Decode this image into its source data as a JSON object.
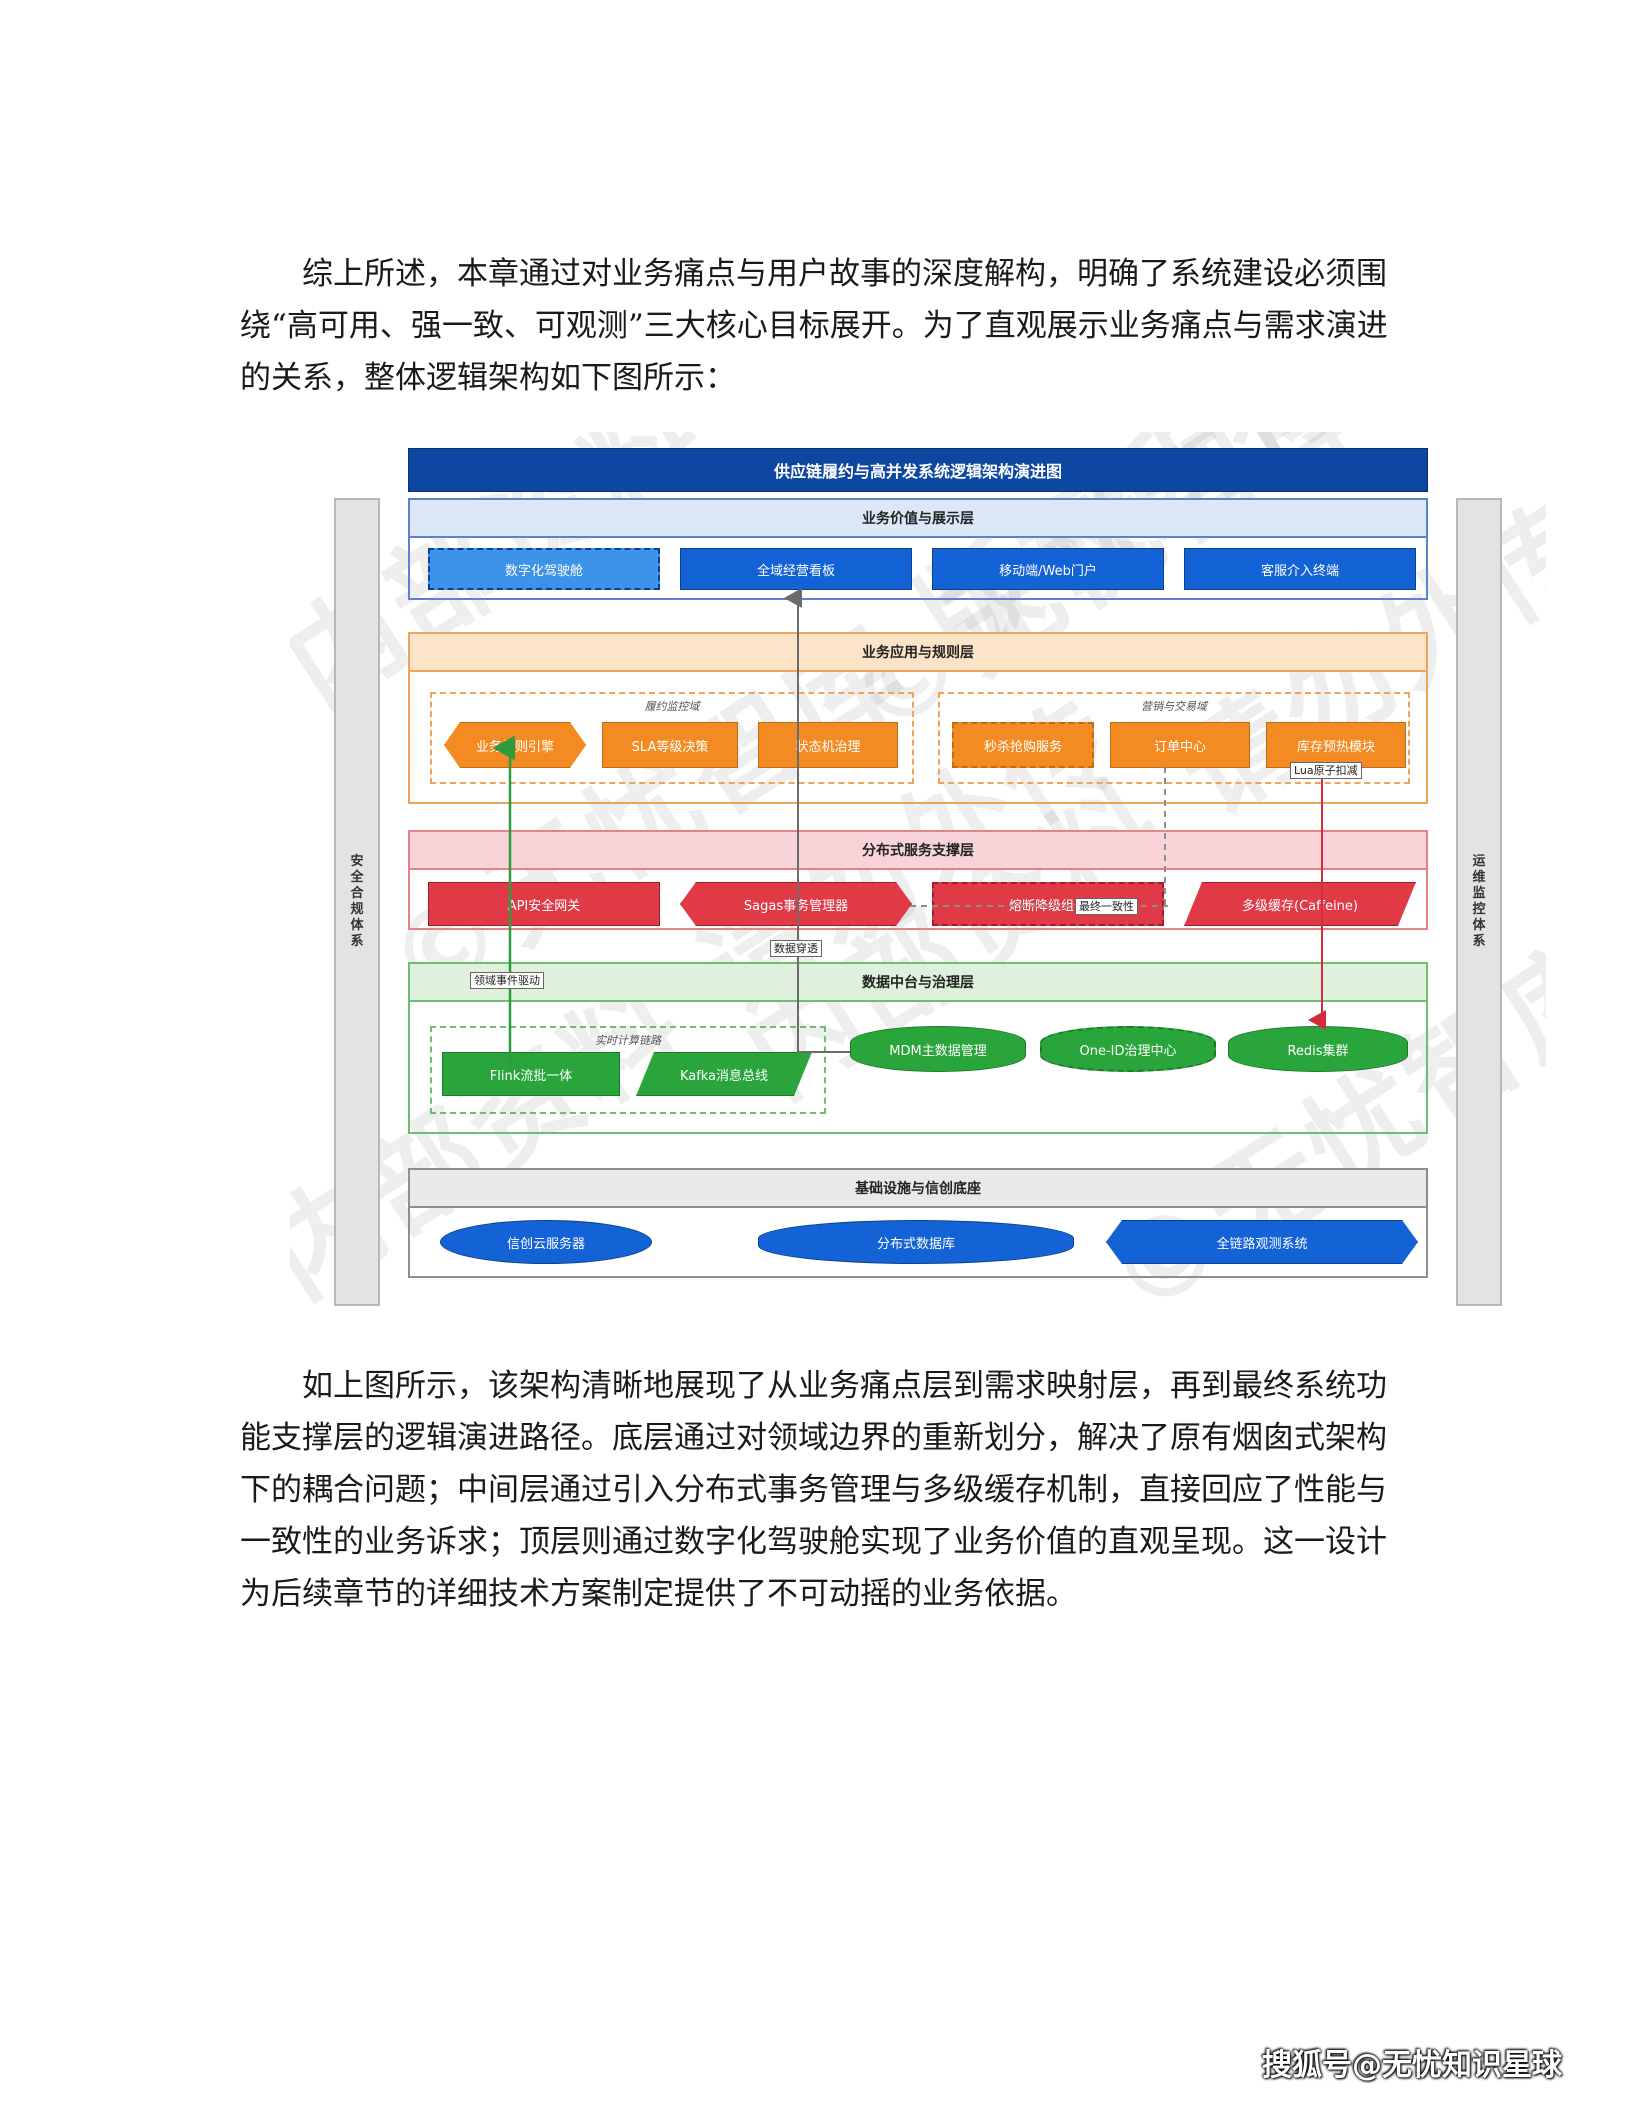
{
  "paragraphs": {
    "intro": "综上所述，本章通过对业务痛点与用户故事的深度解构，明确了系统建设必须围绕“高可用、强一致、可观测”三大核心目标展开。为了直观展示业务痛点与需求演进的关系，整体逻辑架构如下图所示：",
    "conclusion": "如上图所示，该架构清晰地展现了从业务痛点层到需求映射层，再到最终系统功能支撑层的逻辑演进路径。底层通过对领域边界的重新划分，解决了原有烟囱式架构下的耦合问题；中间层通过引入分布式事务管理与多级缓存机制，直接回应了性能与一致性的业务诉求；顶层则通过数字化驾驶舱实现了业务价值的直观呈现。这一设计为后续章节的详细技术方案制定提供了不可动摇的业务依据。"
  },
  "diagram": {
    "title": "供应链履约与高并发系统逻辑架构演进图",
    "left_side": "安全合规体系",
    "right_side": "运维监控体系",
    "watermarks": [
      "内部资料 请勿外传",
      "©无忧智库 版权所有"
    ],
    "layers": {
      "value": {
        "title": "业务价值与展示层",
        "items": [
          "数字化驾驶舱",
          "全域经营看板",
          "移动端/Web门户",
          "客服介入终端"
        ]
      },
      "application": {
        "title": "业务应用与规则层",
        "group_left": {
          "label": "履约监控域",
          "items": [
            "业务规则引擎",
            "SLA等级决策",
            "状态机治理"
          ]
        },
        "group_right": {
          "label": "营销与交易域",
          "items": [
            "秒杀抢购服务",
            "订单中心",
            "库存预热模块"
          ]
        }
      },
      "service": {
        "title": "分布式服务支撑层",
        "items": [
          "API安全网关",
          "Sagas事务管理器",
          "熔断降级组件",
          "多级缓存(Caffeine)"
        ]
      },
      "data": {
        "title": "数据中台与治理层",
        "group": {
          "label": "实时计算链路",
          "items": [
            "Flink流批一体",
            "Kafka消息总线"
          ]
        },
        "items": [
          "MDM主数据管理",
          "One-ID治理中心",
          "Redis集群"
        ]
      },
      "infra": {
        "title": "基础设施与信创底座",
        "items": [
          "信创云服务器",
          "分布式数据库",
          "全链路观测系统"
        ]
      }
    },
    "edge_labels": {
      "lua": "Lua原子扣减",
      "eventual": "最终一致性",
      "penetration": "数据穿透",
      "domain_event": "领域事件驱动"
    }
  },
  "footer": {
    "signature": "搜狐号@无忧知识星球"
  }
}
